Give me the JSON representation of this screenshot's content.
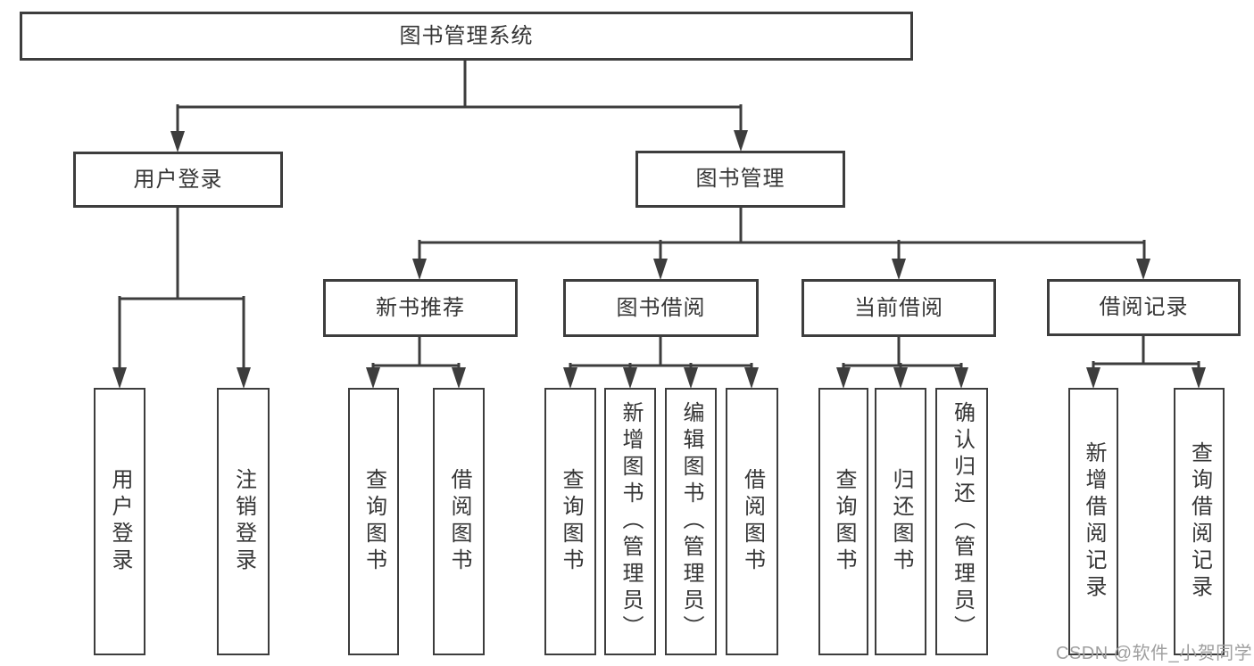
{
  "diagram": {
    "type": "hierarchy",
    "title": "图书管理系统",
    "watermark": "CSDN @软件_小贺同学",
    "colors": {
      "line": "#3d3d3d",
      "box_border": "#3d3d3d",
      "text": "#363636",
      "background": "#ffffff",
      "watermark": "#9f9f9f"
    }
  },
  "nodes": {
    "root": {
      "label": "图书管理系统"
    },
    "level1": [
      {
        "label": "用户登录"
      },
      {
        "label": "图书管理"
      }
    ],
    "level2": [
      {
        "label": "新书推荐",
        "parent": "图书管理"
      },
      {
        "label": "图书借阅",
        "parent": "图书管理"
      },
      {
        "label": "当前借阅",
        "parent": "图书管理"
      },
      {
        "label": "借阅记录",
        "parent": "图书管理"
      }
    ],
    "leaves": [
      {
        "label": "用户登录",
        "parent": "用户登录"
      },
      {
        "label": "注销登录",
        "parent": "用户登录"
      },
      {
        "label": "查询图书",
        "parent": "新书推荐"
      },
      {
        "label": "借阅图书",
        "parent": "新书推荐"
      },
      {
        "label": "查询图书",
        "parent": "图书借阅"
      },
      {
        "label": "新增图书（管理员）",
        "parent": "图书借阅"
      },
      {
        "label": "编辑图书（管理员）",
        "parent": "图书借阅"
      },
      {
        "label": "借阅图书",
        "parent": "图书借阅"
      },
      {
        "label": "查询图书",
        "parent": "当前借阅"
      },
      {
        "label": "归还图书",
        "parent": "当前借阅"
      },
      {
        "label": "确认归还（管理员）",
        "parent": "当前借阅"
      },
      {
        "label": "新增借阅记录",
        "parent": "借阅记录"
      },
      {
        "label": "查询借阅记录",
        "parent": "借阅记录"
      }
    ]
  }
}
